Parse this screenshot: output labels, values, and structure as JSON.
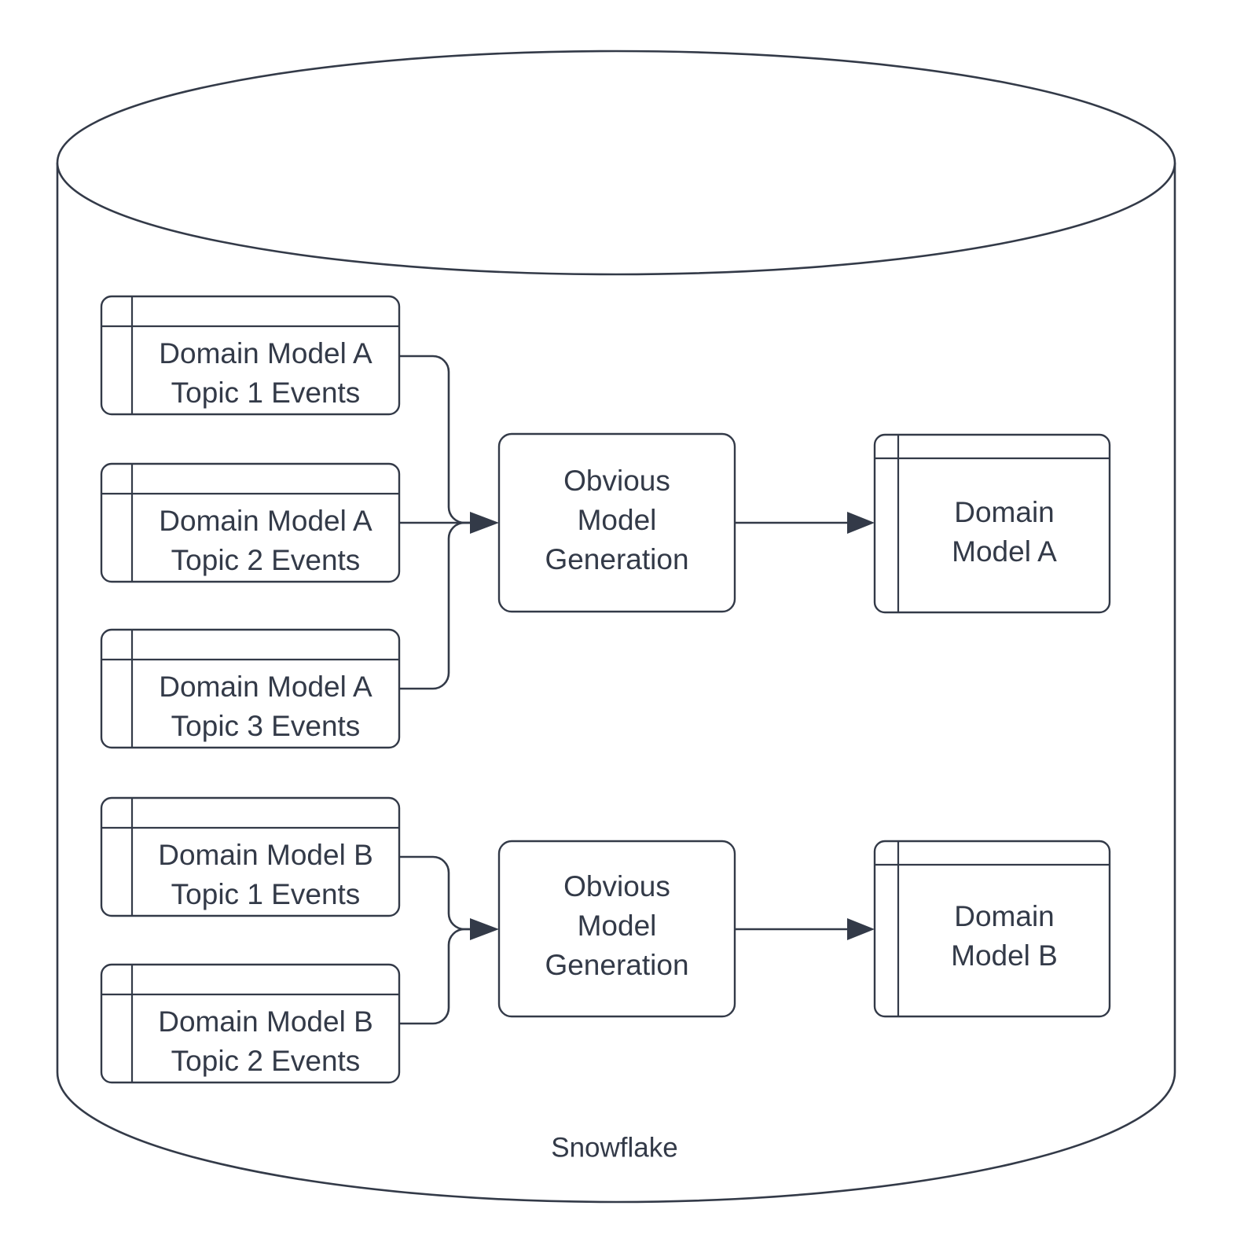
{
  "diagram": {
    "type": "flow-diagram",
    "container": {
      "name": "snowflake-cylinder",
      "label": "Snowflake",
      "shape": "cylinder"
    },
    "colors": {
      "stroke": "#333a48",
      "text": "#333a48",
      "fill": "#ffffff",
      "background": "#ffffff"
    },
    "groups": [
      {
        "id": "group-a",
        "sources": [
          {
            "id": "src-a1",
            "line1": "Domain Model A",
            "line2": "Topic 1 Events",
            "shape": "table"
          },
          {
            "id": "src-a2",
            "line1": "Domain Model A",
            "line2": "Topic 2 Events",
            "shape": "table"
          },
          {
            "id": "src-a3",
            "line1": "Domain Model A",
            "line2": "Topic 3 Events",
            "shape": "table"
          }
        ],
        "process": {
          "id": "proc-a",
          "line1": "Obvious",
          "line2": "Model",
          "line3": "Generation",
          "shape": "rounded-rect"
        },
        "output": {
          "id": "out-a",
          "line1": "Domain",
          "line2": "Model A",
          "shape": "table"
        }
      },
      {
        "id": "group-b",
        "sources": [
          {
            "id": "src-b1",
            "line1": "Domain Model B",
            "line2": "Topic 1 Events",
            "shape": "table"
          },
          {
            "id": "src-b2",
            "line1": "Domain Model B",
            "line2": "Topic 2 Events",
            "shape": "table"
          }
        ],
        "process": {
          "id": "proc-b",
          "line1": "Obvious",
          "line2": "Model",
          "line3": "Generation",
          "shape": "rounded-rect"
        },
        "output": {
          "id": "out-b",
          "line1": "Domain",
          "line2": "Model B",
          "shape": "table"
        }
      }
    ]
  }
}
